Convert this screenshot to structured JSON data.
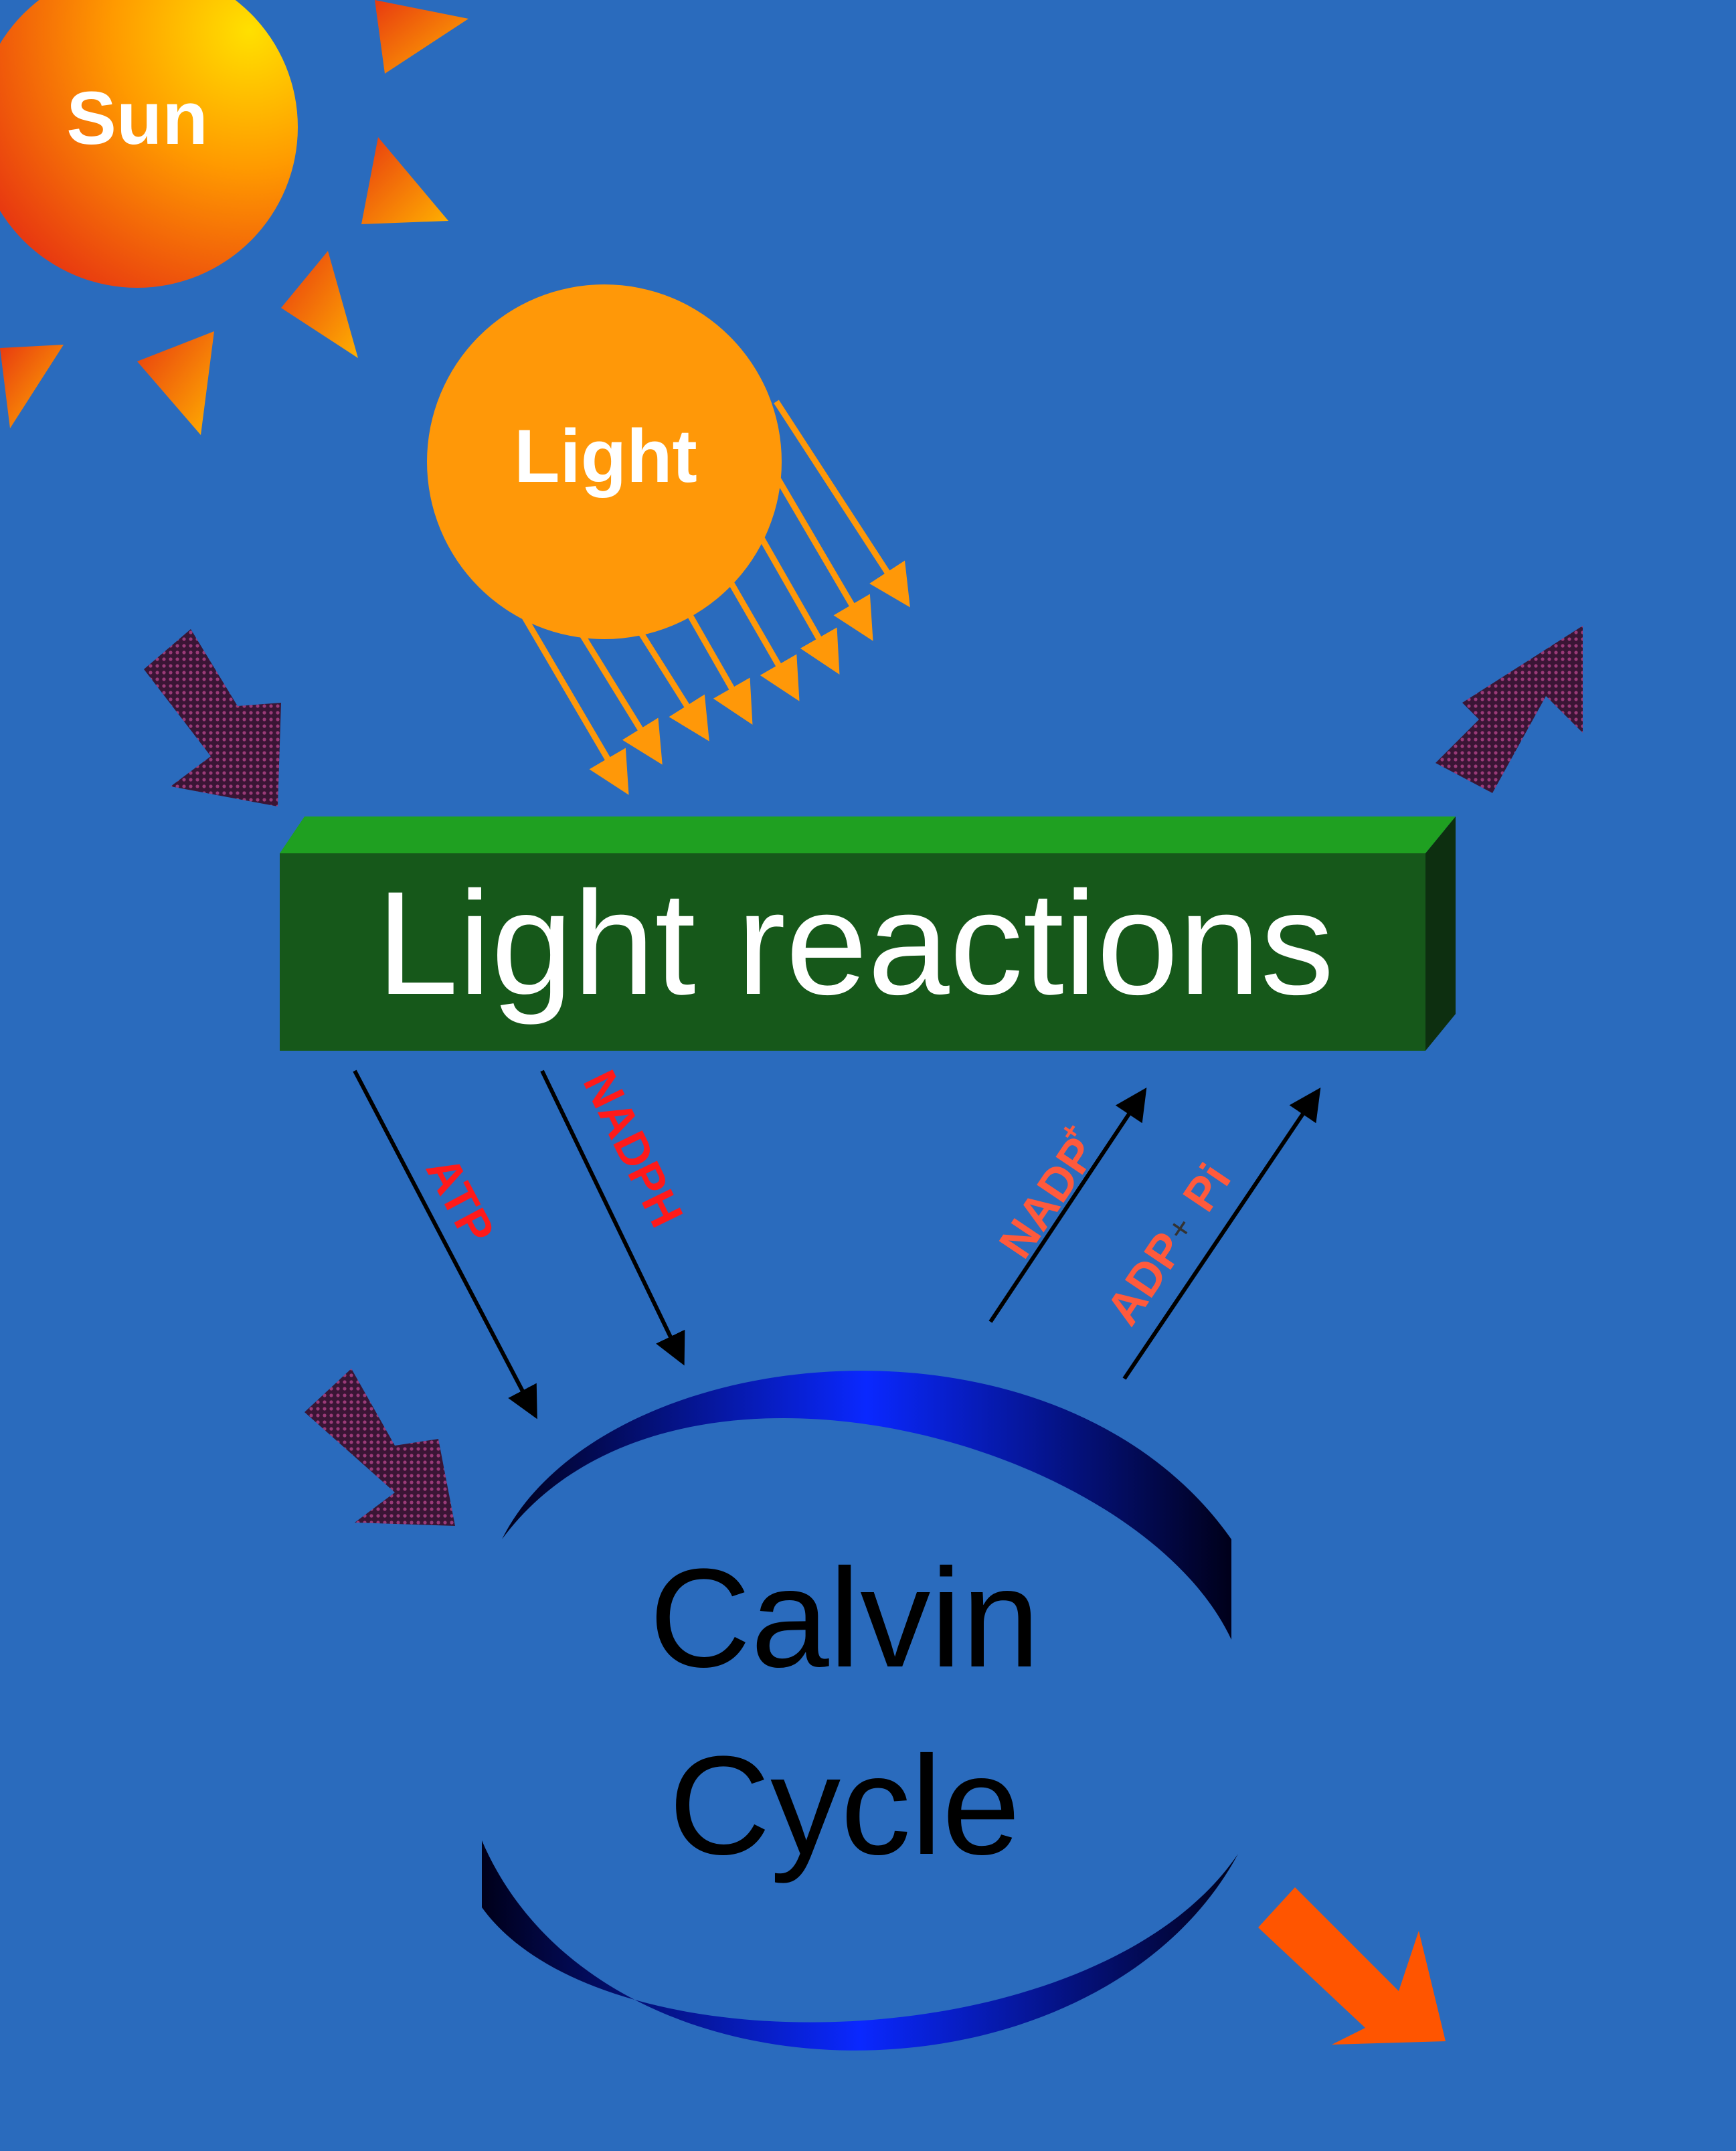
{
  "labels": {
    "sun": "Sun",
    "light": "Light",
    "light_reactions": "Light reactions",
    "calvin_line1": "Calvin",
    "calvin_line2": "Cycle",
    "atp": "ATP",
    "nadph": "NADPH",
    "nadp": "NADP",
    "nadp_sup": "+",
    "adp": "ADP",
    "plus": "+",
    "pi": "Pi"
  },
  "colors": {
    "background": "#2a6bbd",
    "sun_core": "#ff9a00",
    "sun_edge": "#e03d0f",
    "light_ball": "#ff9808",
    "bar_front": "#16581a",
    "bar_top": "#1fa021",
    "bar_side": "#0d2f10",
    "label_red": "#ff1a1a",
    "label_orange": "#ff5a3c",
    "maroon_arrow": "#4a2045",
    "orange_arrow": "#ff5500"
  }
}
